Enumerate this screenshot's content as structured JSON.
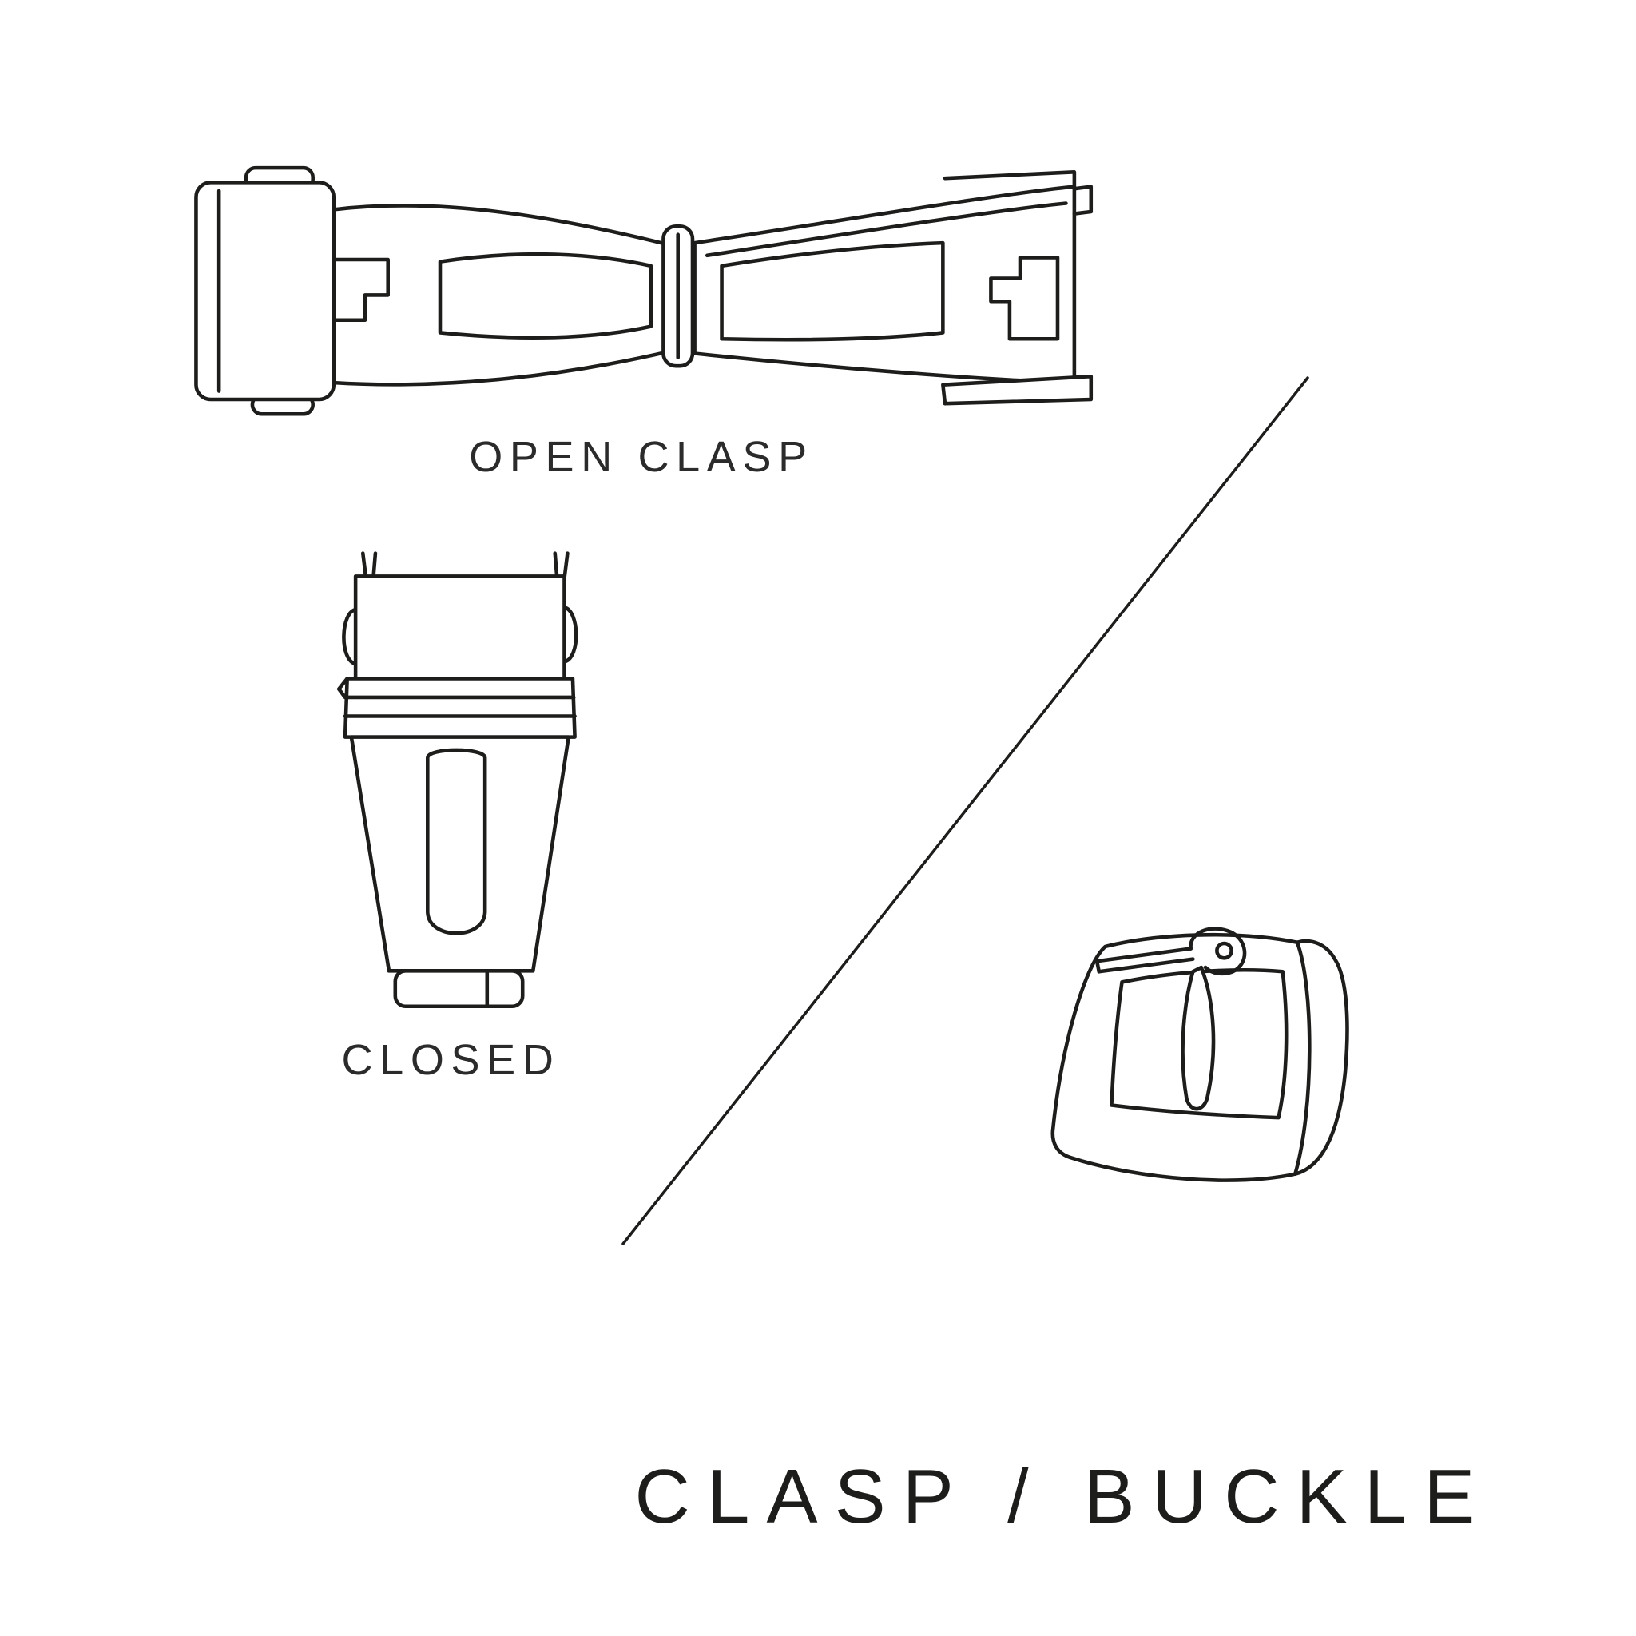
{
  "page": {
    "background_color": "#ffffff",
    "line_color": "#1d1d1b",
    "title": "CLASP / BUCKLE"
  },
  "figures": {
    "open_clasp": {
      "caption": "OPEN CLASP",
      "icon": "open-clasp-illustration"
    },
    "closed_clasp": {
      "caption": "CLOSED",
      "icon": "closed-clasp-illustration"
    },
    "buckle": {
      "icon": "tang-buckle-illustration"
    },
    "divider": {
      "icon": "diagonal-divider-line"
    }
  }
}
